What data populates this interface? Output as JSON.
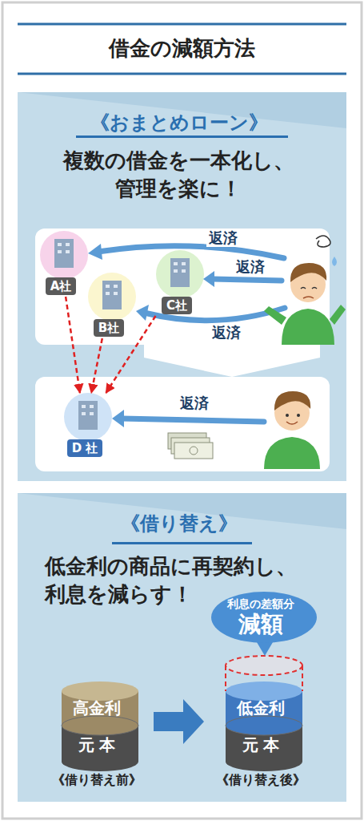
{
  "diagram": {
    "title": "借金の減額方法",
    "nodes": [
      {
        "text": [
          "《おまとめローン》",
          "複数の借金を一本化し、 管理を楽に！"
        ]
      },
      {
        "text": [
          "A社"
        ],
        "in": 0
      },
      {
        "text": [
          "B社"
        ],
        "in": 0
      },
      {
        "text": [
          "C社"
        ],
        "in": 0
      },
      {
        "text": [
          "D 社"
        ],
        "in": 0
      },
      {
        "text": [
          "《借り替え》",
          "低金利の商品に再契約し、 利息を減らす！"
        ]
      },
      {
        "text": [
          "高金利",
          "元 本",
          "《借り替え前》"
        ],
        "in": 5
      },
      {
        "text": [
          "低金利",
          "元 本",
          "《借り替え後》"
        ],
        "in": 5
      },
      {
        "text": [
          "利息の差額分",
          "減額"
        ],
        "in": 5
      }
    ],
    "edges": [
      {
        "from": 1,
        "to": 4,
        "arrow": "to"
      },
      {
        "from": 2,
        "to": 4,
        "arrow": "to"
      },
      {
        "from": 3,
        "to": 4,
        "arrow": "to"
      },
      {
        "from": 6,
        "to": 7,
        "arrow": "to"
      }
    ],
    "labels": [
      "返済",
      "返済",
      "返済",
      "返済"
    ]
  }
}
